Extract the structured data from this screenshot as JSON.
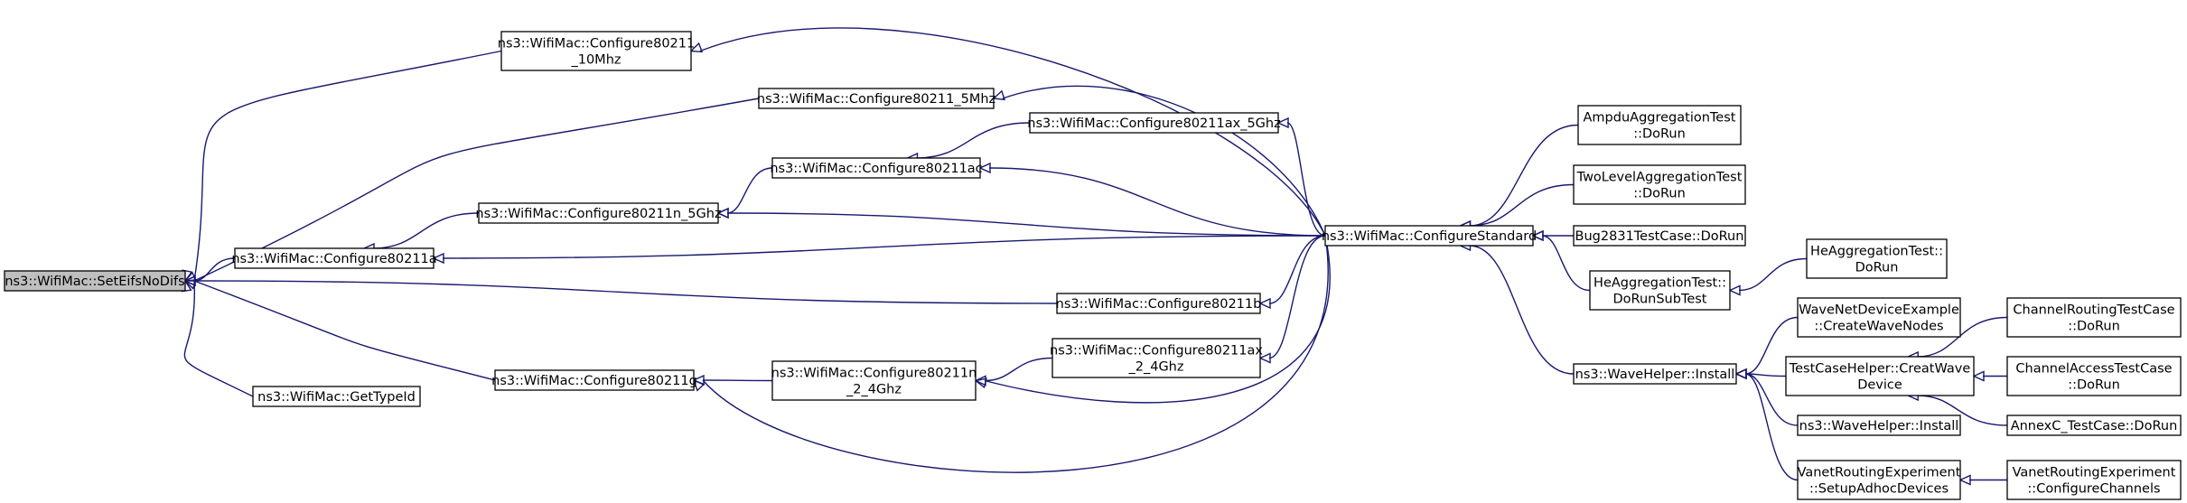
{
  "colors": {
    "edge": "#191970",
    "root_fill": "#bfbfbf",
    "node_fill": "#ffffff",
    "node_stroke": "#000000"
  },
  "nodes": [
    {
      "id": "n0",
      "lines": [
        "ns3::WifiMac::SetEifsNoDifs"
      ],
      "root": true
    },
    {
      "id": "n1",
      "lines": [
        "ns3::WifiMac::Configure80211",
        "_10Mhz"
      ]
    },
    {
      "id": "n2",
      "lines": [
        "ns3::WifiMac::Configure80211_5Mhz"
      ]
    },
    {
      "id": "n3",
      "lines": [
        "ns3::WifiMac::Configure80211a"
      ]
    },
    {
      "id": "n4",
      "lines": [
        "ns3::WifiMac::Configure80211n_5Ghz"
      ]
    },
    {
      "id": "n5",
      "lines": [
        "ns3::WifiMac::Configure80211ac"
      ]
    },
    {
      "id": "n6",
      "lines": [
        "ns3::WifiMac::Configure80211ax_5Ghz"
      ]
    },
    {
      "id": "n7",
      "lines": [
        "ns3::WifiMac::Configure80211b"
      ]
    },
    {
      "id": "n8",
      "lines": [
        "ns3::WifiMac::Configure80211g"
      ]
    },
    {
      "id": "n9",
      "lines": [
        "ns3::WifiMac::Configure80211n",
        "_2_4Ghz"
      ]
    },
    {
      "id": "n10",
      "lines": [
        "ns3::WifiMac::Configure80211ax",
        "_2_4Ghz"
      ]
    },
    {
      "id": "n11",
      "lines": [
        "ns3::WifiMac::GetTypeId"
      ]
    },
    {
      "id": "n12",
      "lines": [
        "ns3::WifiMac::ConfigureStandard"
      ]
    },
    {
      "id": "n13",
      "lines": [
        "AmpduAggregationTest",
        "::DoRun"
      ]
    },
    {
      "id": "n14",
      "lines": [
        "TwoLevelAggregationTest",
        "::DoRun"
      ]
    },
    {
      "id": "n15",
      "lines": [
        "Bug2831TestCase::DoRun"
      ]
    },
    {
      "id": "n16",
      "lines": [
        "HeAggregationTest::",
        "DoRunSubTest"
      ]
    },
    {
      "id": "n17",
      "lines": [
        "HeAggregationTest::",
        "DoRun"
      ]
    },
    {
      "id": "n18",
      "lines": [
        "ns3::WaveHelper::Install"
      ]
    },
    {
      "id": "n19",
      "lines": [
        "WaveNetDeviceExample",
        "::CreateWaveNodes"
      ]
    },
    {
      "id": "n20",
      "lines": [
        "TestCaseHelper::CreatWave",
        "Device"
      ]
    },
    {
      "id": "n21",
      "lines": [
        "ns3::WaveHelper::Install"
      ]
    },
    {
      "id": "n22",
      "lines": [
        "VanetRoutingExperiment",
        "::SetupAdhocDevices"
      ]
    },
    {
      "id": "n23",
      "lines": [
        "ChannelRoutingTestCase",
        "::DoRun"
      ]
    },
    {
      "id": "n24",
      "lines": [
        "ChannelAccessTestCase",
        "::DoRun"
      ]
    },
    {
      "id": "n25",
      "lines": [
        "AnnexC_TestCase::DoRun"
      ]
    },
    {
      "id": "n26",
      "lines": [
        "VanetRoutingExperiment",
        "::ConfigureChannels"
      ]
    }
  ],
  "edges": [
    {
      "from": "n1",
      "to": "n0"
    },
    {
      "from": "n2",
      "to": "n0"
    },
    {
      "from": "n3",
      "to": "n0"
    },
    {
      "from": "n7",
      "to": "n0"
    },
    {
      "from": "n8",
      "to": "n0"
    },
    {
      "from": "n11",
      "to": "n0"
    },
    {
      "from": "n4",
      "to": "n3"
    },
    {
      "from": "n12",
      "to": "n3"
    },
    {
      "from": "n5",
      "to": "n4"
    },
    {
      "from": "n12",
      "to": "n4"
    },
    {
      "from": "n6",
      "to": "n5"
    },
    {
      "from": "n12",
      "to": "n5"
    },
    {
      "from": "n12",
      "to": "n6"
    },
    {
      "from": "n12",
      "to": "n1"
    },
    {
      "from": "n12",
      "to": "n2"
    },
    {
      "from": "n12",
      "to": "n7"
    },
    {
      "from": "n9",
      "to": "n8"
    },
    {
      "from": "n12",
      "to": "n8"
    },
    {
      "from": "n10",
      "to": "n9"
    },
    {
      "from": "n12",
      "to": "n9"
    },
    {
      "from": "n12",
      "to": "n10"
    },
    {
      "from": "n13",
      "to": "n12"
    },
    {
      "from": "n14",
      "to": "n12"
    },
    {
      "from": "n15",
      "to": "n12"
    },
    {
      "from": "n16",
      "to": "n12"
    },
    {
      "from": "n18",
      "to": "n12"
    },
    {
      "from": "n17",
      "to": "n16"
    },
    {
      "from": "n19",
      "to": "n18"
    },
    {
      "from": "n20",
      "to": "n18"
    },
    {
      "from": "n21",
      "to": "n18"
    },
    {
      "from": "n22",
      "to": "n18"
    },
    {
      "from": "n23",
      "to": "n20"
    },
    {
      "from": "n24",
      "to": "n20"
    },
    {
      "from": "n25",
      "to": "n20"
    },
    {
      "from": "n26",
      "to": "n22"
    }
  ]
}
